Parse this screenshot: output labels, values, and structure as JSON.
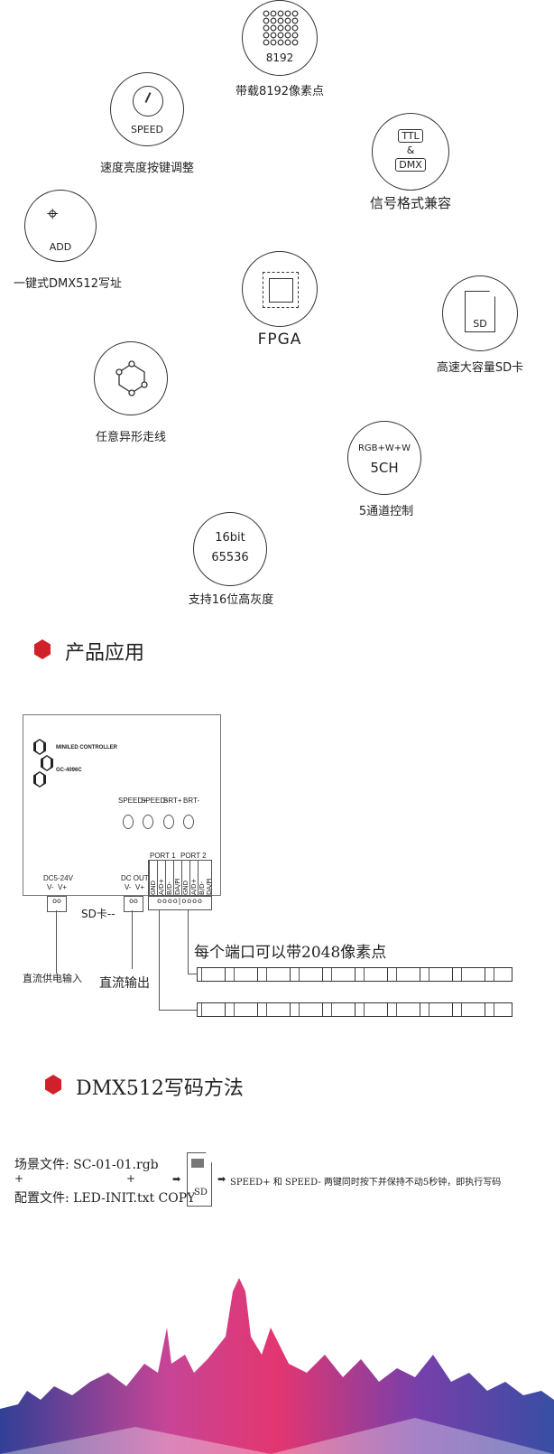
{
  "features": [
    {
      "icon": "led-matrix-icon",
      "inner": "8192",
      "label": "带载8192像素点"
    },
    {
      "icon": "speedometer-icon",
      "inner": "SPEED",
      "label": "速度亮度按键调整"
    },
    {
      "icon": "protocol-icon",
      "inner": "TTL",
      "inner2": "&",
      "inner3": "DMX",
      "label": "信号格式兼容"
    },
    {
      "icon": "cursor-click-icon",
      "inner": "ADD",
      "label": "一键式DMX512写址"
    },
    {
      "icon": "chip-icon",
      "inner": "",
      "label": "FPGA"
    },
    {
      "icon": "sd-card-icon",
      "inner": "SD",
      "label": "高速大容量SD卡"
    },
    {
      "icon": "network-icon",
      "inner": "",
      "label": "任意异形走线"
    },
    {
      "icon": "channels-icon",
      "inner": "RGB+W+W",
      "inner2": "5CH",
      "label": "5通道控制"
    },
    {
      "icon": "grayscale-icon",
      "inner": "16bit",
      "inner2": "65536",
      "label": "支持16位高灰度"
    }
  ],
  "section1": {
    "title": "产品应用"
  },
  "diagram": {
    "brand": "MINILED CONTROLLER",
    "model": "GC-4096C",
    "buttons": [
      "SPEED+",
      "SPEED-",
      "BRT+",
      "BRT-"
    ],
    "port1": "PORT 1",
    "port2": "PORT 2",
    "pins": [
      "GND",
      "A/D+",
      "B/D-",
      "DA/PI"
    ],
    "dc_in": "DC5-24V",
    "dc_out": "DC OUT",
    "v_minus": "V-",
    "v_plus": "V+",
    "sd": "SD卡--",
    "power_in": "直流供电输入",
    "power_out": "直流输出",
    "port_note": "每个端口可以带2048像素点"
  },
  "section2": {
    "title": "DMX512写码方法"
  },
  "method": {
    "scene_file": "场景文件:  SC-01-01.rgb",
    "plus": "+",
    "config_file": "配置文件:  LED-INIT.txt COPY",
    "sd": "SD",
    "instruction": "SPEED+ 和 SPEED- 两键同时按下并保持不动5秒钟，即执行写码"
  }
}
